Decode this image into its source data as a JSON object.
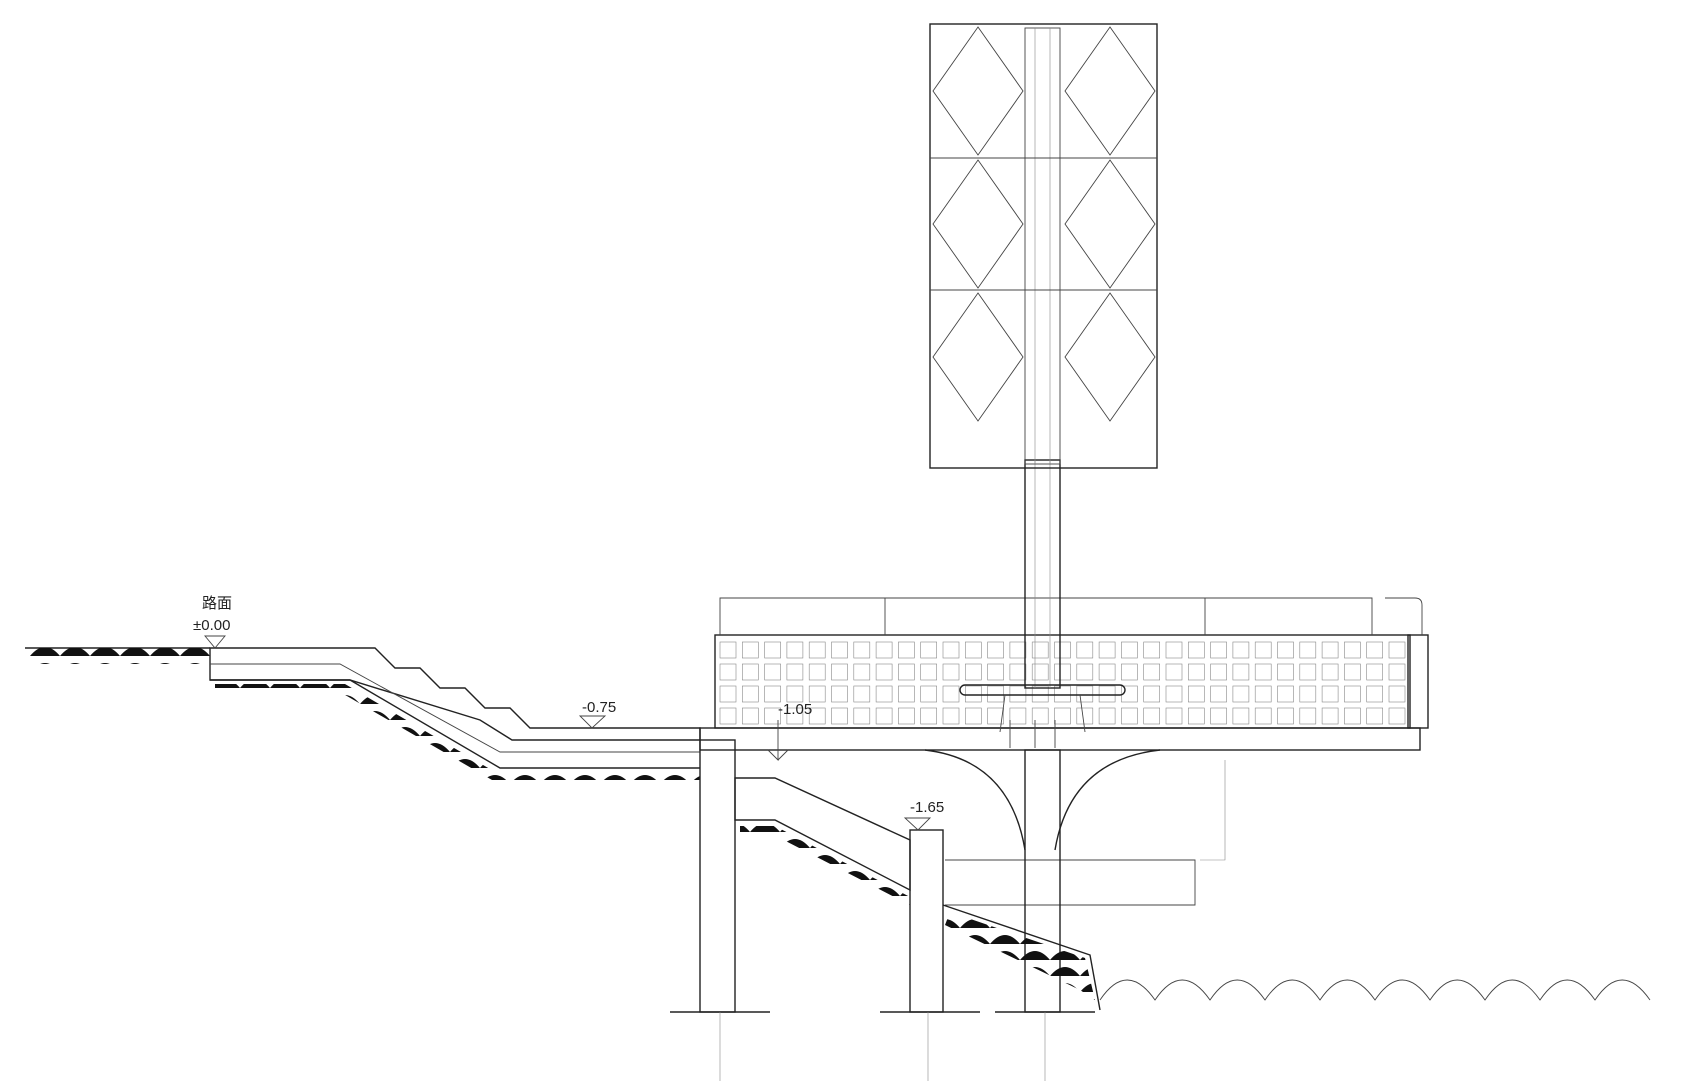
{
  "labels": {
    "road_surface": "路面",
    "elev_road": "±0.00",
    "elev_landing": "-0.75",
    "elev_lower_deck": "-1.05",
    "elev_lower_landing": "-1.65"
  },
  "colors": {
    "line": "#222222",
    "hatch": "#777777",
    "ground": "#111111",
    "background": "#ffffff"
  }
}
